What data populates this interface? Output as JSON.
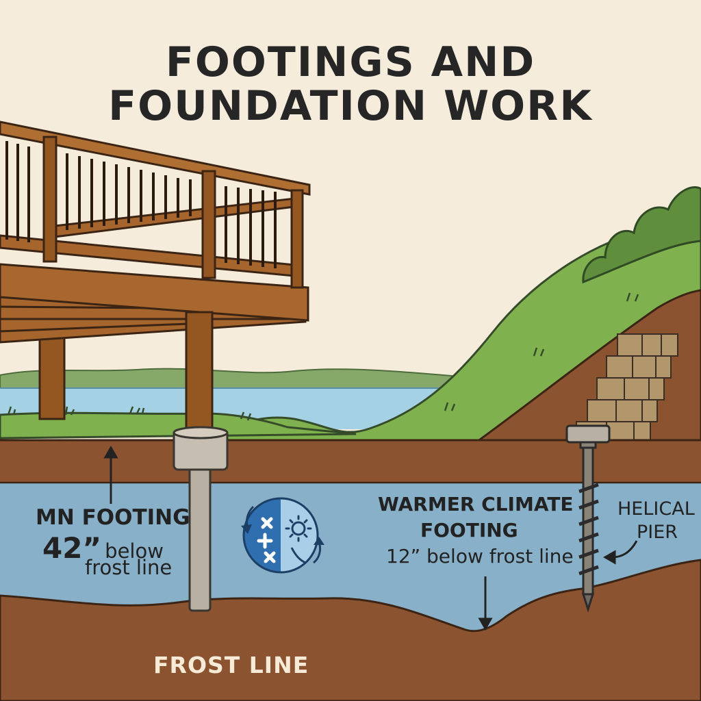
{
  "title": {
    "line1": "FOOTINGS AND",
    "line2": "FOUNDATION WORK"
  },
  "labels": {
    "mn_footing": {
      "line1": "MN FOOTING",
      "line2_big": "42”",
      "line2_rest": "below",
      "line3": "frost line"
    },
    "warmer_footing": {
      "line1": "WARMER CLIMATE",
      "line2": "FOOTING",
      "line3": "12” below frost line"
    },
    "helical_pier": {
      "line1": "HELICAL",
      "line2": "PIER"
    },
    "frost_line": "FROST LINE"
  },
  "icons": {
    "climate_toggle": "freeze-thaw-icon"
  },
  "colors": {
    "sky": "#f6ecdc",
    "frost_zone": "#88b1c9",
    "soil": "#8b5330",
    "grass": "#7fb24e",
    "deck_wood": "#955722",
    "water": "#a4d2e4"
  }
}
